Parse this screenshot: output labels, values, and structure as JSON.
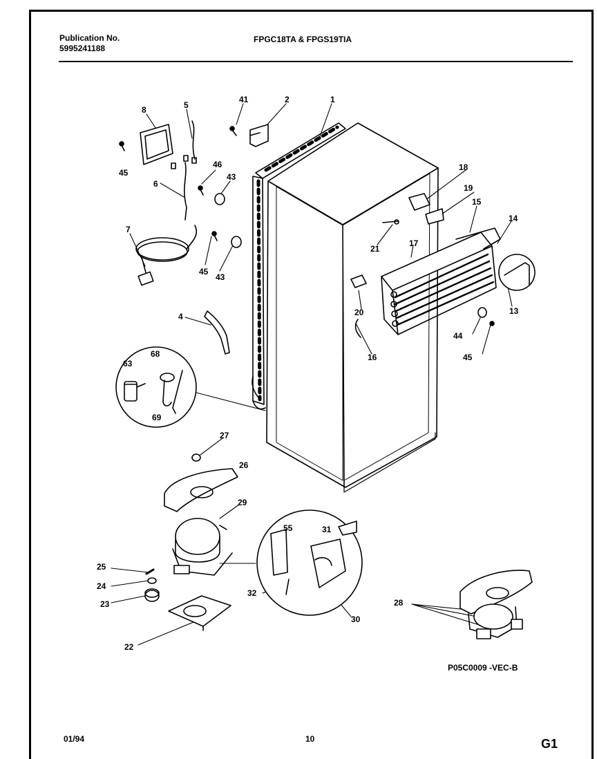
{
  "header": {
    "publication_label": "Publication No.",
    "publication_number": "5995241188",
    "models": "FPGC18TA & FPGS19TIA"
  },
  "diagram": {
    "part_labels": [
      "1",
      "2",
      "41",
      "5",
      "8",
      "45",
      "46",
      "43",
      "6",
      "7",
      "45",
      "43",
      "4",
      "63",
      "68",
      "69",
      "18",
      "19",
      "15",
      "14",
      "21",
      "17",
      "20",
      "16",
      "13",
      "44",
      "45",
      "27",
      "26",
      "29",
      "25",
      "24",
      "23",
      "22",
      "55",
      "31",
      "32",
      "30",
      "28"
    ],
    "figure_code": "P05C0009 -VEC-B"
  },
  "footer": {
    "date": "01/94",
    "page_number": "10",
    "section_code": "G1"
  }
}
